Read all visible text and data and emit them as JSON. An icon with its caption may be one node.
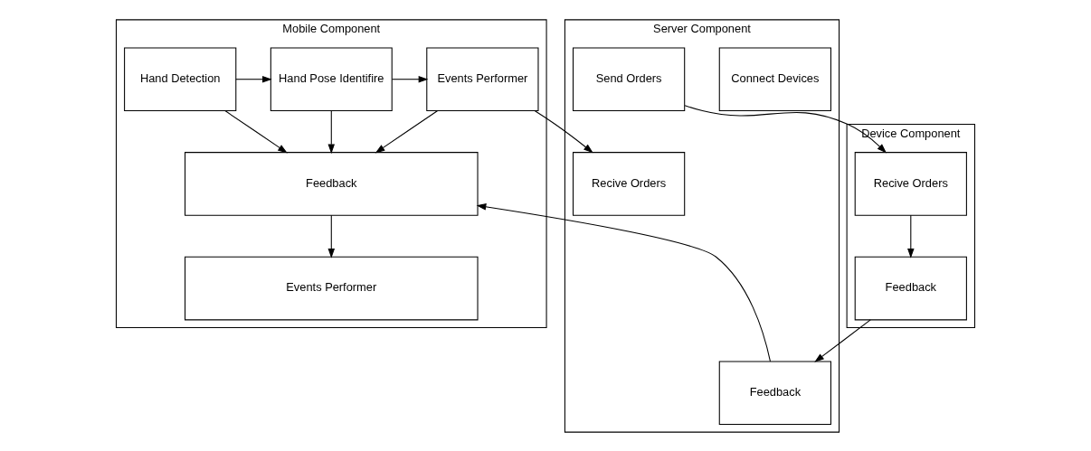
{
  "diagram": {
    "nodes": [
      {
        "text": [
          "Mobile Component"
        ]
      },
      {
        "text": [
          "Hand Detection"
        ],
        "in": 0
      },
      {
        "text": [
          "Hand Pose Identifire"
        ],
        "in": 0
      },
      {
        "text": [
          "Events Performer"
        ],
        "in": 0
      },
      {
        "text": [
          "Feedback"
        ],
        "in": 0
      },
      {
        "text": [
          "Events Performer"
        ],
        "in": 0
      },
      {
        "text": [
          "Server Component"
        ]
      },
      {
        "text": [
          "Connect Devices"
        ],
        "in": 6
      },
      {
        "text": [
          "Recive Orders"
        ],
        "in": 6
      },
      {
        "text": [
          "Send Orders"
        ],
        "in": 6
      },
      {
        "text": [
          "Feedback"
        ],
        "in": 6
      },
      {
        "text": [
          "Device Component"
        ]
      },
      {
        "text": [
          "Recive Orders"
        ],
        "in": 11
      },
      {
        "text": [
          "Feedback"
        ],
        "in": 11
      }
    ],
    "edges": [
      {
        "from": 1,
        "to": 2,
        "arrow": "to"
      },
      {
        "from": 2,
        "to": 3,
        "arrow": "to"
      },
      {
        "from": 1,
        "to": 4,
        "arrow": "to"
      },
      {
        "from": 2,
        "to": 4,
        "arrow": "to"
      },
      {
        "from": 3,
        "to": 4,
        "arrow": "to"
      },
      {
        "from": 4,
        "to": 5,
        "arrow": "to"
      },
      {
        "from": 3,
        "to": 8,
        "arrow": "to"
      },
      {
        "from": 9,
        "to": 12,
        "arrow": "to"
      },
      {
        "from": 12,
        "to": 13,
        "arrow": "to"
      },
      {
        "from": 13,
        "to": 10,
        "arrow": "to"
      },
      {
        "from": 10,
        "to": 4,
        "arrow": "to"
      }
    ]
  }
}
